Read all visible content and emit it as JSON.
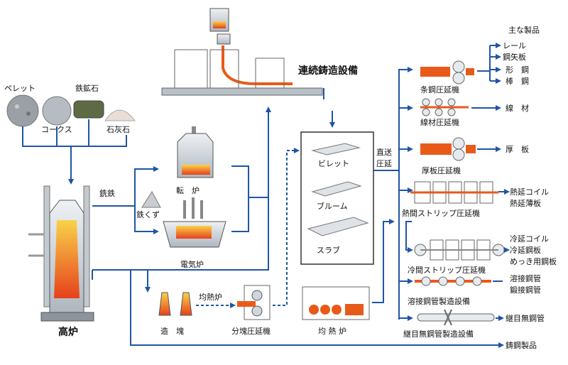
{
  "raw": {
    "pellet": "ペレット",
    "iron_ore": "鉄鉱石",
    "coke": "コークス",
    "limestone": "石灰石"
  },
  "blast_furnace": "高炉",
  "pig_iron": "銑鉄",
  "scrap": "鉄くず",
  "converter": "転　炉",
  "electric_furnace": "電気炉",
  "continuous_casting": "連続鋳造設備",
  "ingot": "造　塊",
  "soaking_pit_small": "均熱炉",
  "blooming_mill": "分塊圧延機",
  "soaking_pit": "均 熱 炉",
  "semi": {
    "billet": "ビレット",
    "bloom": "ブルーム",
    "slab": "スラブ"
  },
  "direct_rolling": [
    "直送",
    "圧延"
  ],
  "mills": {
    "bar_mill": "条鋼圧延機",
    "wire_mill": "線材圧延機",
    "plate_mill": "厚板圧延機",
    "hot_strip": "熱間ストリップ圧延機",
    "cold_strip": "冷間ストリップ圧延機",
    "welded_pipe": "溶接鋼管製造設備",
    "seamless_pipe": "継目無鋼管製造設備"
  },
  "products": {
    "header": "主な製品",
    "rail": "レール",
    "sheet_pile": "鋼矢板",
    "shape": "形　鋼",
    "bar": "棒　鋼",
    "wire": "線　材",
    "plate": "厚　板",
    "hot_coil": "熱延コイル",
    "hot_sheet": "熱延薄板",
    "cold_coil": "冷延コイル",
    "cold_sheet": "冷延鋼板",
    "plated": "めっき用鋼板",
    "welded_pipe": "溶接鋼管",
    "forge_welded": "鍛接鋼管",
    "seamless": "継目無鋼管",
    "casting": "鋳鋼製品"
  },
  "colors": {
    "flow": "#1f55a5",
    "hot": "#e85a1a",
    "glow": "#f7a23a",
    "machine": "#cfd6dd",
    "slab": "#dfe3e8"
  }
}
